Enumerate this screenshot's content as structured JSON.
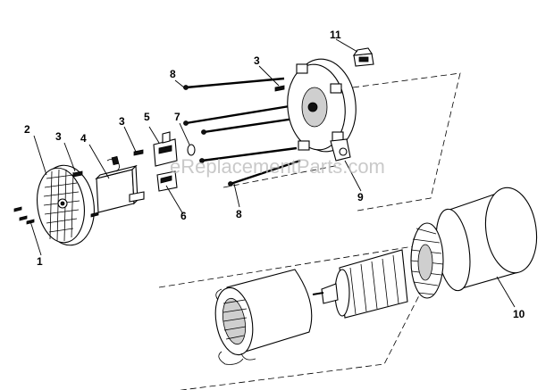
{
  "watermark": "eReplacementParts.com",
  "callouts": {
    "c1": "1",
    "c2": "2",
    "c3a": "3",
    "c3b": "3",
    "c3c": "3",
    "c4": "4",
    "c5": "5",
    "c6": "6",
    "c7": "7",
    "c8a": "8",
    "c8b": "8",
    "c9": "9",
    "c10": "10",
    "c11": "11"
  }
}
